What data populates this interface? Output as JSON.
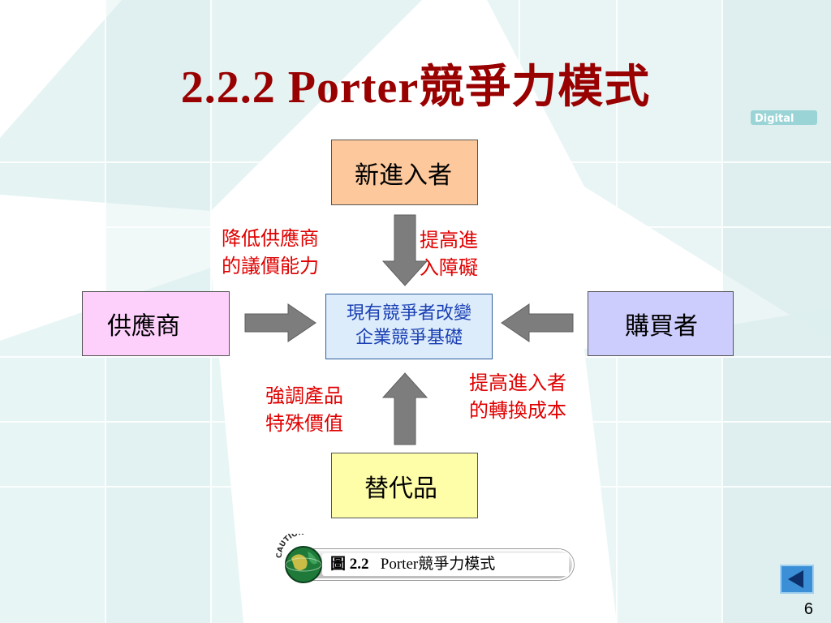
{
  "slide": {
    "title": "2.2.2  Porter競爭力模式",
    "badge": "Digital",
    "page_number": "6"
  },
  "diagram": {
    "nodes": {
      "new_entrants": "新進入者",
      "suppliers": "供應商",
      "buyers": "購買者",
      "substitutes": "替代品",
      "core_line1": "現有競爭者改變",
      "core_line2": "企業競爭基礎"
    },
    "annotations": {
      "supplier_line1": "降低供應商",
      "supplier_line2": "的議價能力",
      "entry_line1": "提高進",
      "entry_line2": "入障礙",
      "substitute_line1": "強調產品",
      "substitute_line2": "特殊價值",
      "switching_line1": "提高進入者",
      "switching_line2": "的轉換成本"
    }
  },
  "caption": {
    "figure_label": "圖 2.2",
    "text": "Porter競爭力模式",
    "globe_label": "CAUTION"
  },
  "colors": {
    "title": "#990000",
    "annotation": "#e00000",
    "core_text": "#1a3fb4",
    "new_entrants_fill": "#fdc89b",
    "suppliers_fill": "#fdd0fc",
    "buyers_fill": "#cccdfc",
    "substitutes_fill": "#fffea8",
    "core_fill": "#dcecfa",
    "arrow_fill": "#7d7d7d"
  }
}
